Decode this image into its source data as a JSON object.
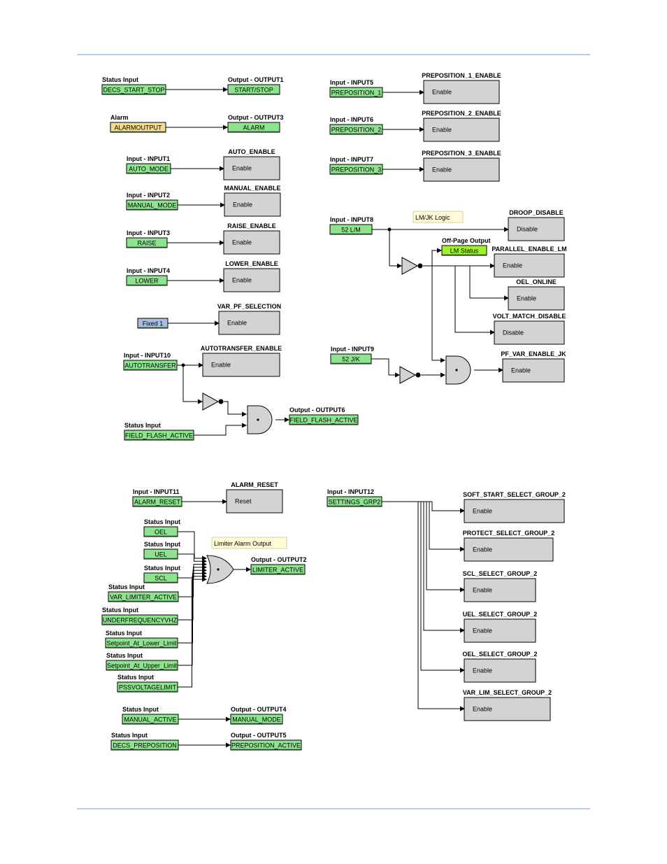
{
  "colors": {
    "input_tag": "#8ee38e",
    "alarm_tag": "#f5dd8f",
    "fixed_tag": "#a9bde0",
    "offpage_tag": "#9ef22a",
    "block": "#d3d3d3",
    "note": "#fffbd6",
    "rule": "#b9cbe0"
  },
  "section1": {
    "status_start": {
      "caption": "Status Input",
      "tag": "DECS_START_STOP"
    },
    "output1": {
      "caption": "Output - OUTPUT1",
      "tag": "START/STOP"
    },
    "alarm": {
      "caption": "Alarm",
      "tag": "ALARMOUTPUT"
    },
    "output3": {
      "caption": "Output - OUTPUT3",
      "tag": "ALARM"
    },
    "input1": {
      "caption": "Input - INPUT1",
      "tag": "AUTO_MODE"
    },
    "auto_enable": {
      "title": "AUTO_ENABLE",
      "port": "Enable"
    },
    "input2": {
      "caption": "Input - INPUT2",
      "tag": "MANUAL_MODE"
    },
    "manual_enable": {
      "title": "MANUAL_ENABLE",
      "port": "Enable"
    },
    "input3": {
      "caption": "Input - INPUT3",
      "tag": "RAISE"
    },
    "raise_enable": {
      "title": "RAISE_ENABLE",
      "port": "Enable"
    },
    "input4": {
      "caption": "Input - INPUT4",
      "tag": "LOWER"
    },
    "lower_enable": {
      "title": "LOWER_ENABLE",
      "port": "Enable"
    },
    "fixed": {
      "tag": "Fixed 1"
    },
    "var_pf": {
      "title": "VAR_PF_SELECTION",
      "port": "Enable"
    },
    "input10": {
      "caption": "Input - INPUT10",
      "tag": "AUTOTRANSFER"
    },
    "autotransfer_enable": {
      "title": "AUTOTRANSFER_ENABLE",
      "port": "Enable"
    },
    "status_ff": {
      "caption": "Status Input",
      "tag": "FIELD_FLASH_ACTIVE"
    },
    "output6": {
      "caption": "Output - OUTPUT6",
      "tag": "FIELD_FLASH_ACTIVE"
    },
    "input5": {
      "caption": "Input - INPUT5",
      "tag": "PREPOSITION_1"
    },
    "prepos1": {
      "title": "PREPOSITION_1_ENABLE",
      "port": "Enable"
    },
    "input6": {
      "caption": "Input - INPUT6",
      "tag": "PREPOSITION_2"
    },
    "prepos2": {
      "title": "PREPOSITION_2_ENABLE",
      "port": "Enable"
    },
    "input7": {
      "caption": "Input - INPUT7",
      "tag": "PREPOSITION_3"
    },
    "prepos3": {
      "title": "PREPOSITION_3_ENABLE",
      "port": "Enable"
    },
    "note_lmjk": "LM/JK Logic",
    "input8": {
      "caption": "Input - INPUT8",
      "tag": "52 L/M"
    },
    "droop": {
      "title": "DROOP_DISABLE",
      "port": "Disable"
    },
    "offpage": {
      "caption": "Off-Page Output",
      "tag": "LM Status"
    },
    "parallel": {
      "title": "PARALLEL_ENABLE_LM",
      "port": "Enable"
    },
    "oel_online": {
      "title": "OEL_ONLINE",
      "port": "Enable"
    },
    "volt_match": {
      "title": "VOLT_MATCH_DISABLE",
      "port": "Disable"
    },
    "input9": {
      "caption": "Input - INPUT9",
      "tag": "52 J/K"
    },
    "pf_var": {
      "title": "PF_VAR_ENABLE_JK",
      "port": "Enable"
    }
  },
  "section2": {
    "input11": {
      "caption": "Input - INPUT11",
      "tag": "ALARM_RESET"
    },
    "alarm_reset": {
      "title": "ALARM_RESET",
      "port": "Reset"
    },
    "or_inputs": [
      {
        "caption": "Status Input",
        "tag": "OEL"
      },
      {
        "caption": "Status Input",
        "tag": "UEL"
      },
      {
        "caption": "Status Input",
        "tag": "SCL"
      },
      {
        "caption": "Status Input",
        "tag": "VAR_LIMITER_ACTIVE"
      },
      {
        "caption": "Status Input",
        "tag": "UNDERFREQUENCYVHZ"
      },
      {
        "caption": "Status Input",
        "tag": "Setpoint_At_Lower_Limit"
      },
      {
        "caption": "Status Input",
        "tag": "Setpoint_At_Upper_Limit"
      },
      {
        "caption": "Status Input",
        "tag": "PSSVOLTAGELIMIT"
      }
    ],
    "note_limiter": "Limiter Alarm Output",
    "output2": {
      "caption": "Output - OUTPUT2",
      "tag": "LIMITER_ACTIVE"
    },
    "status_manual": {
      "caption": "Status Input",
      "tag": "MANUAL_ACTIVE"
    },
    "output4": {
      "caption": "Output - OUTPUT4",
      "tag": "MANUAL_MODE"
    },
    "status_prepos": {
      "caption": "Status Input",
      "tag": "DECS_PREPOSITION"
    },
    "output5": {
      "caption": "Output - OUTPUT5",
      "tag": "PREPOSITION_ACTIVE"
    },
    "input12": {
      "caption": "Input - INPUT12",
      "tag": "SETTINGS_GRP2"
    },
    "group_blocks": [
      {
        "title": "SOFT_START_SELECT_GROUP_2",
        "port": "Enable"
      },
      {
        "title": "PROTECT_SELECT_GROUP_2",
        "port": "Enable"
      },
      {
        "title": "SCL_SELECT_GROUP_2",
        "port": "Enable"
      },
      {
        "title": "UEL_SELECT_GROUP_2",
        "port": "Enable"
      },
      {
        "title": "OEL_SELECT_GROUP_2",
        "port": "Enable"
      },
      {
        "title": "VAR_LIM_SELECT_GROUP_2",
        "port": "Enable"
      }
    ]
  }
}
